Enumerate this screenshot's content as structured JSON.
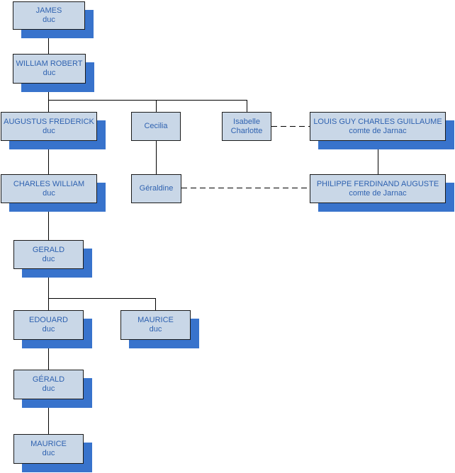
{
  "colors": {
    "box_fill": "#c9d7e7",
    "box_border": "#1a1a1a",
    "shadow": "#3873cc",
    "text": "#2f62b0",
    "line": "#000000"
  },
  "nodes": {
    "james": {
      "name": "JAMES",
      "title": "duc"
    },
    "william_robert": {
      "name": "WILLIAM ROBERT",
      "title": "duc"
    },
    "augustus_frederick": {
      "name": "AUGUSTUS FREDERICK",
      "title": "duc"
    },
    "cecilia": {
      "name": "Cecilia"
    },
    "isabelle_charlotte": {
      "name": "Isabelle",
      "name2": "Charlotte"
    },
    "louis_guy": {
      "name": "LOUIS GUY CHARLES GUILLAUME",
      "title": "comte de Jarnac"
    },
    "charles_william": {
      "name": "CHARLES WILLIAM",
      "title": "duc"
    },
    "geraldine": {
      "name": "Géraldine"
    },
    "philippe": {
      "name": "PHILIPPE FERDINAND AUGUSTE",
      "title": "comte de Jarnac"
    },
    "gerald1": {
      "name": "GERALD",
      "title": "duc"
    },
    "edouard": {
      "name": "EDOUARD",
      "title": "duc"
    },
    "maurice1": {
      "name": "MAURICE",
      "title": "duc"
    },
    "gerald2": {
      "name": "GÉRALD",
      "title": "duc"
    },
    "maurice2": {
      "name": "MAURICE",
      "title": "duc"
    }
  }
}
